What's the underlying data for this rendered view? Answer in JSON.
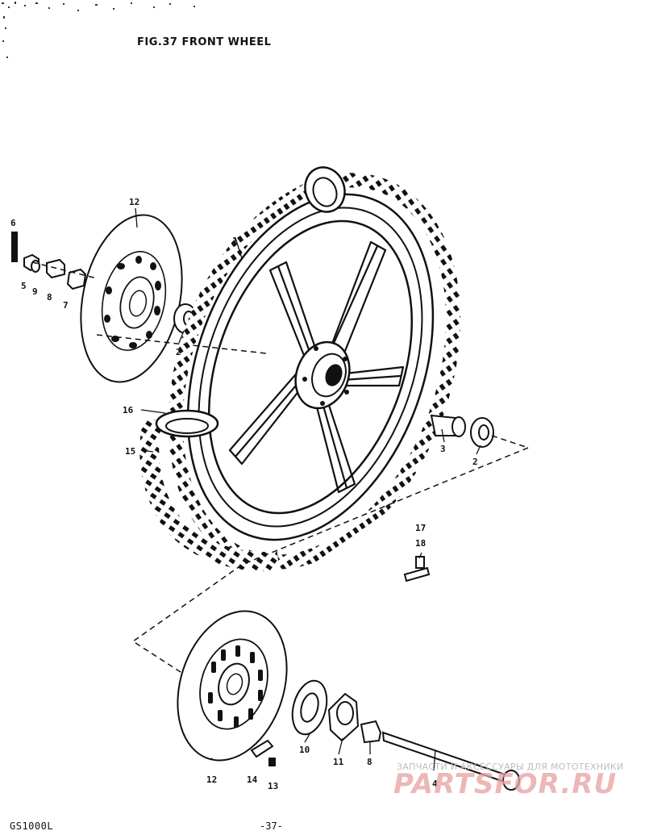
{
  "header": {
    "title": "FIG.37  FRONT WHEEL"
  },
  "footer": {
    "model": "GS1000L",
    "page": "-37-"
  },
  "watermark": {
    "caption": "ЗАПЧАСТИ И АКСЕССУАРЫ ДЛЯ МОТОТЕХНИКИ",
    "brand": "PARTSFOR.RU",
    "brand_color": "#e9a4a4"
  },
  "callouts": [
    {
      "id": "c1",
      "text": "1"
    },
    {
      "id": "c2a",
      "text": "2"
    },
    {
      "id": "c2b",
      "text": "2"
    },
    {
      "id": "c3",
      "text": "3"
    },
    {
      "id": "c4",
      "text": "4"
    },
    {
      "id": "c5",
      "text": "5"
    },
    {
      "id": "c6",
      "text": "6"
    },
    {
      "id": "c7",
      "text": "7"
    },
    {
      "id": "c8a",
      "text": "8"
    },
    {
      "id": "c8b",
      "text": "8"
    },
    {
      "id": "c9",
      "text": "9"
    },
    {
      "id": "c10",
      "text": "10"
    },
    {
      "id": "c11",
      "text": "11"
    },
    {
      "id": "c12a",
      "text": "12"
    },
    {
      "id": "c12b",
      "text": "12"
    },
    {
      "id": "c13",
      "text": "13"
    },
    {
      "id": "c14",
      "text": "14"
    },
    {
      "id": "c15",
      "text": "15"
    },
    {
      "id": "c16",
      "text": "16"
    },
    {
      "id": "c17",
      "text": "17"
    },
    {
      "id": "c18",
      "text": "18"
    }
  ]
}
